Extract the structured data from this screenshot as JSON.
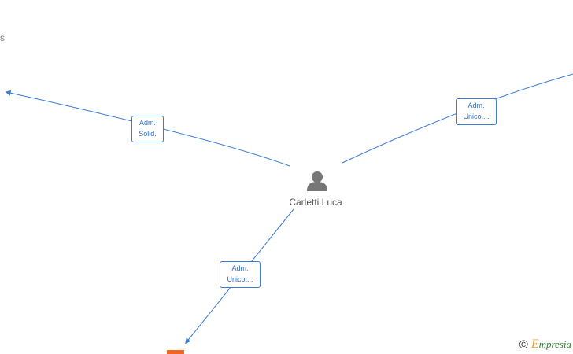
{
  "corner_text": "s",
  "person": {
    "name": "Carletti Luca",
    "icon": "person-icon"
  },
  "edges": [
    {
      "id": "left",
      "label_line1": "Adm.",
      "label_line2": "Solid."
    },
    {
      "id": "right",
      "label_line1": "Adm.",
      "label_line2": "Unico,..."
    },
    {
      "id": "bottom",
      "label_line1": "Adm.",
      "label_line2": "Unico,..."
    }
  ],
  "watermark": {
    "copyright": "©",
    "brand_initial": "E",
    "brand_rest": "mpresia"
  },
  "colors": {
    "edge": "#3a7bd5",
    "node_icon": "#777777",
    "company_marker": "#f26522"
  }
}
